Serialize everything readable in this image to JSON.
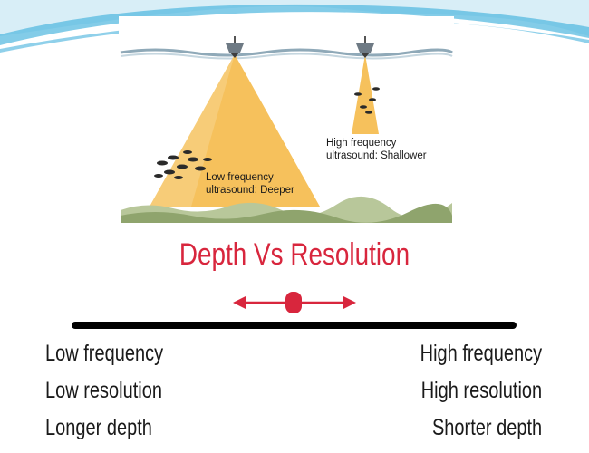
{
  "illustration": {
    "low_label_line1": "Low frequency",
    "low_label_line2": "ultrasound: Deeper",
    "high_label_line1": "High frequency",
    "high_label_line2": "ultrasound: Shallower"
  },
  "title": "Depth Vs Resolution",
  "left_column": [
    "Low frequency",
    "Low resolution",
    "Longer depth"
  ],
  "right_column": [
    "High frequency",
    "High resolution",
    "Shorter depth"
  ],
  "colors": {
    "title": "#d8263d",
    "arrow": "#d8263d",
    "beam": "#f6c15c",
    "wave": "#9fd6ec"
  }
}
